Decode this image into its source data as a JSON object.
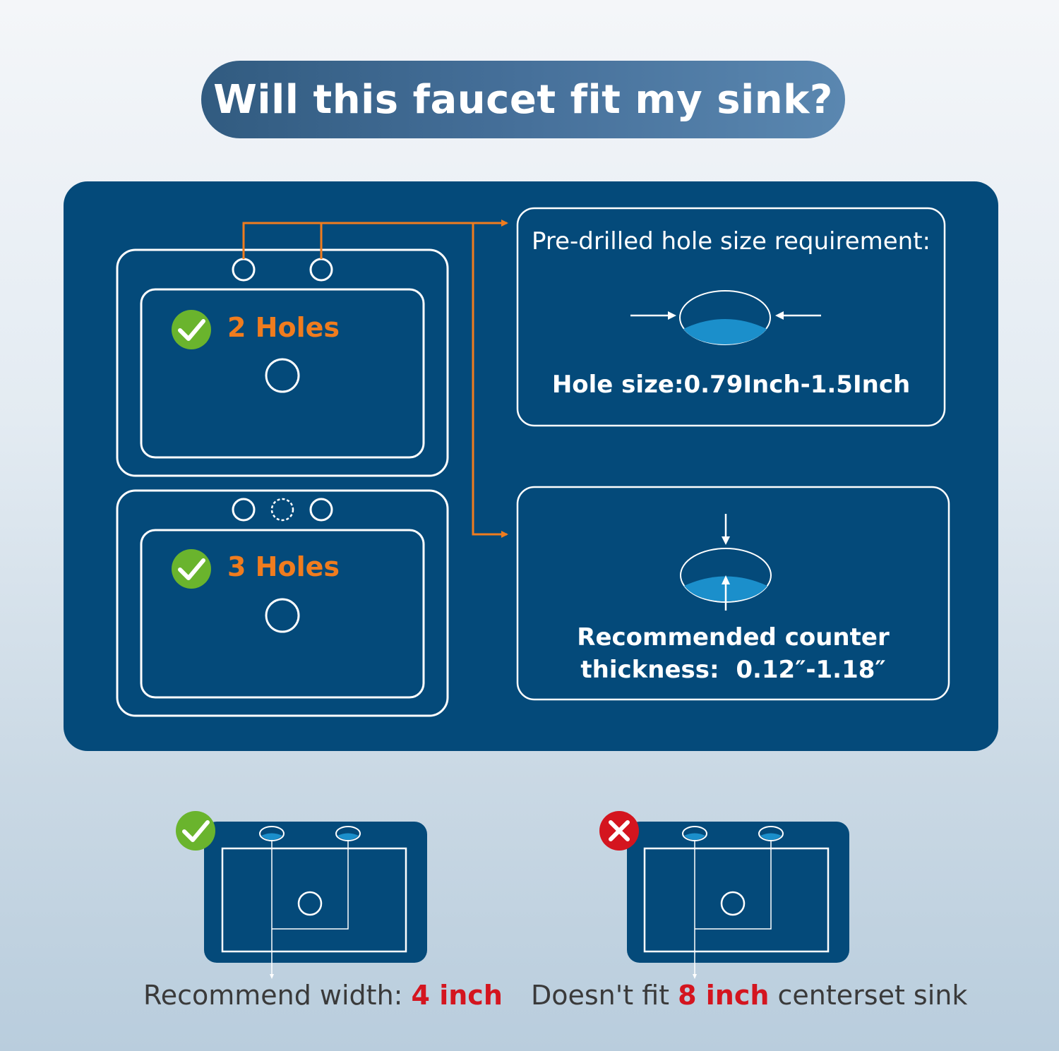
{
  "title": "Will this faucet fit my sink?",
  "sinks": [
    {
      "label": "2 Holes",
      "status": "check"
    },
    {
      "label": "3 Holes",
      "status": "check"
    }
  ],
  "hole_size_box": {
    "heading": "Pre-drilled hole size requirement:",
    "value": "Hole size:0.79Inch-1.5Inch"
  },
  "thickness_box": {
    "line1": "Recommended counter",
    "line2_label": "thickness:",
    "line2_value": "0.12″-1.18″"
  },
  "bottom": {
    "left": {
      "prefix": "Recommend width: ",
      "highlight": "4 inch",
      "suffix": "",
      "status": "check"
    },
    "right": {
      "prefix": "Doesn't fit ",
      "highlight": "8 inch",
      "suffix": " centerset sink",
      "status": "cross"
    }
  },
  "colors": {
    "panel": "#044a7a",
    "accent_orange": "#f07c1e",
    "check_green": "#6ab42d",
    "cross_red": "#d4151f",
    "water_blue": "#1b8fcb"
  },
  "icons": [
    "check-icon",
    "cross-icon",
    "arrow-icon",
    "hole-icon"
  ]
}
